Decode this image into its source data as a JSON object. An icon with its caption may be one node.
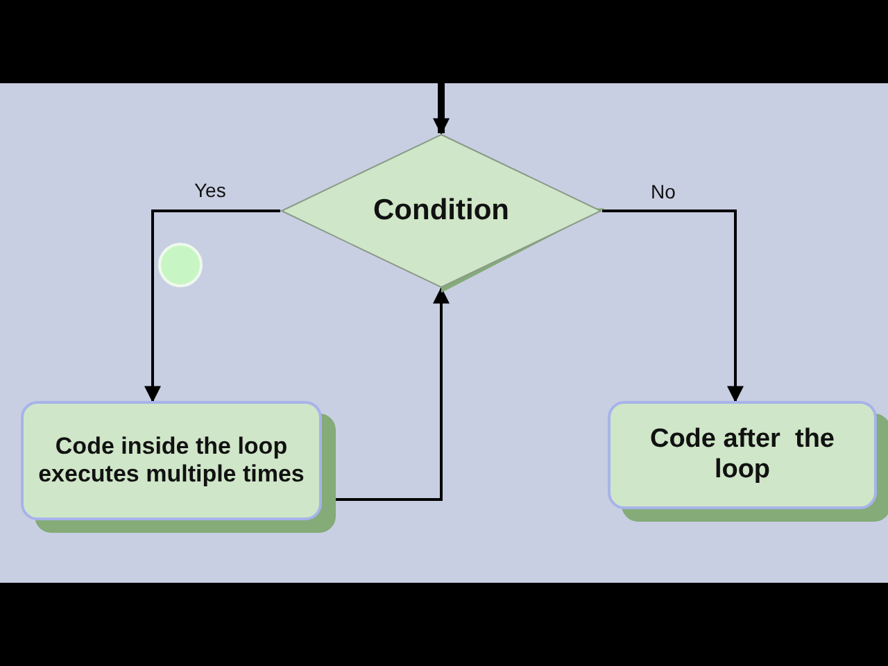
{
  "diagram": {
    "nodes": [
      {
        "text": [
          "Condition"
        ]
      },
      {
        "text": [
          "Code inside the loop executes multiple times"
        ]
      },
      {
        "text": [
          "Code after  the loop"
        ]
      }
    ],
    "edges": [
      {
        "from": null,
        "to": 0,
        "arrow": "to",
        "style": "thick"
      },
      {
        "from": 0,
        "to": 1,
        "arrow": "to",
        "label": "Yes"
      },
      {
        "from": 0,
        "to": 2,
        "arrow": "to",
        "label": "No"
      },
      {
        "from": 1,
        "to": 0,
        "arrow": "to"
      }
    ]
  }
}
